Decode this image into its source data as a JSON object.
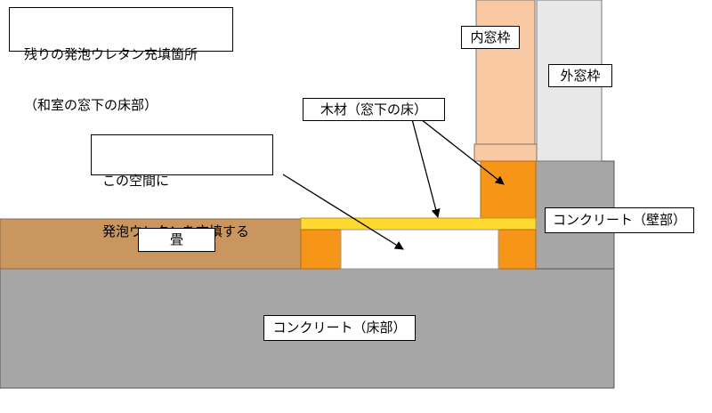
{
  "title": {
    "line1": "残りの発泡ウレタン充填箇所",
    "line2": "（和室の窓下の床部）"
  },
  "labels": {
    "inner_frame": "内窓枠",
    "outer_frame": "外窓枠",
    "wood": "木材（窓下の床）",
    "space_line1": "この空間に",
    "space_line2": "発泡ウレタンを充填する",
    "tatami": "畳",
    "concrete_wall": "コンクリート（壁部）",
    "concrete_floor": "コンクリート（床部）"
  },
  "colors": {
    "concrete": "#a6a6a6",
    "tatami": "#c9965f",
    "inner_frame": "#f8c9a2",
    "outer_frame": "#e8e8e8",
    "wood_strip": "#ffd92f",
    "wood_block": "#f79518",
    "cavity": "#ffffff"
  }
}
